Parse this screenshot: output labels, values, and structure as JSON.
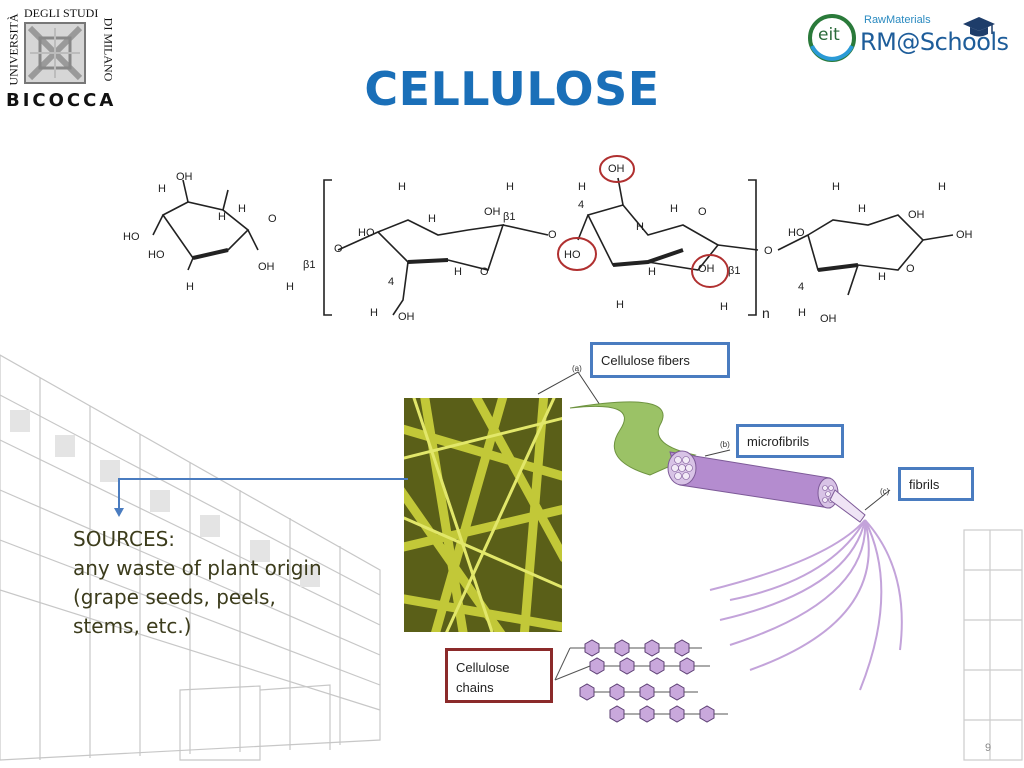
{
  "header": {
    "university": {
      "left_vertical": "UNIVERSITÀ",
      "top": "DEGLI STUDI",
      "right_vertical": "DI MILANO",
      "bottom": "BICOCCA"
    },
    "partner_logo": {
      "eit": "eit",
      "brand_top": "RawMaterials",
      "brand_main": "RM@Schools",
      "icon": "graduation-cap-icon"
    }
  },
  "title": "CELLULOSE",
  "formula": {
    "ring_labels": [
      "OH",
      "OH",
      "H",
      "H",
      "H",
      "H",
      "H",
      "O",
      "β1",
      "4",
      "n"
    ]
  },
  "callouts": {
    "fibers": "Cellulose fibers",
    "microfibrils": "microfibrils",
    "fibrils": "fibrils",
    "chains": "Cellulose chains"
  },
  "diagram_markers": {
    "a": "(a)",
    "b": "(b)",
    "c": "(c)"
  },
  "sources": {
    "heading": "SOURCES:",
    "body": "any waste of plant origin (grape seeds, peels, stems, etc.)"
  },
  "page_number": "9",
  "colors": {
    "title": "#1a6fb8",
    "callout_blue": "#4a7cc0",
    "callout_red": "#8b2a2a",
    "highlight_circle": "#b03030",
    "fiber_photo": "#bcc232",
    "macro_fiber": "#9bc266",
    "microfibril": "#b48ccf",
    "sources_text": "#3c3c1c"
  }
}
